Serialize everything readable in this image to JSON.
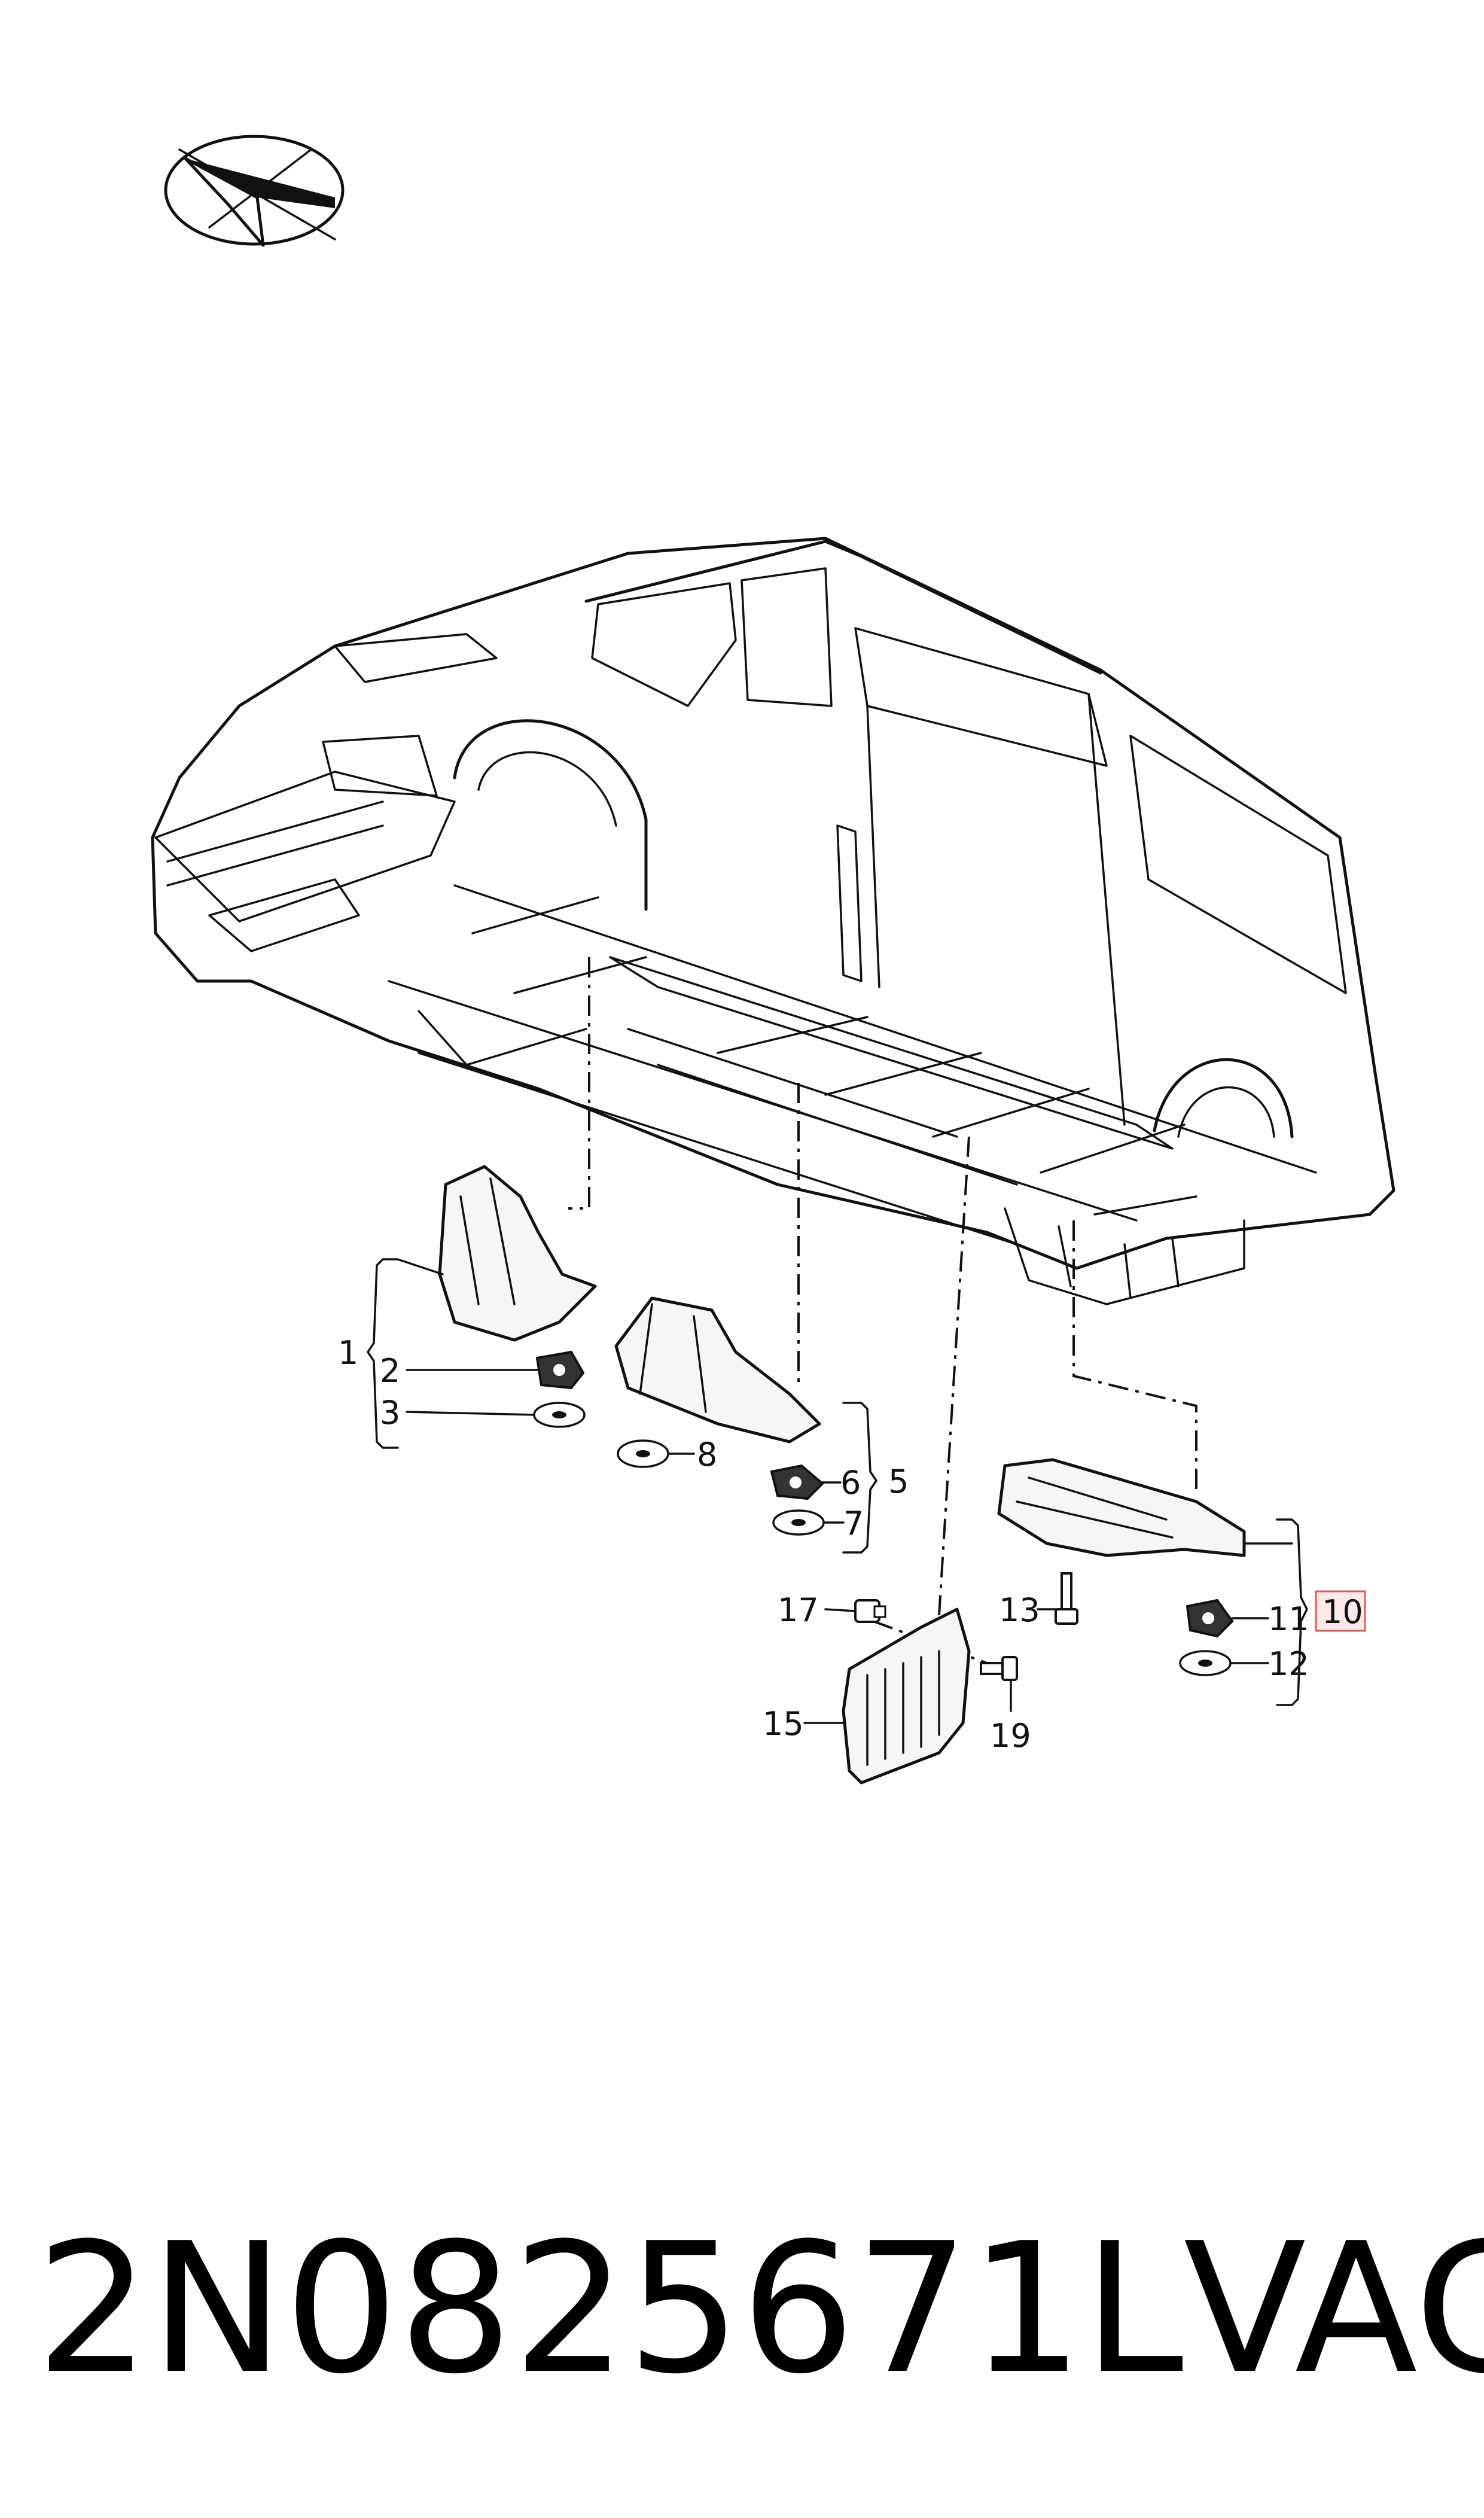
{
  "callouts": [
    {
      "label": "1",
      "highlighted": false
    },
    {
      "label": "2",
      "highlighted": false
    },
    {
      "label": "3",
      "highlighted": false
    },
    {
      "label": "5",
      "highlighted": false
    },
    {
      "label": "6",
      "highlighted": false
    },
    {
      "label": "7",
      "highlighted": false
    },
    {
      "label": "8",
      "highlighted": false
    },
    {
      "label": "10",
      "highlighted": true
    },
    {
      "label": "11",
      "highlighted": false
    },
    {
      "label": "12",
      "highlighted": false
    },
    {
      "label": "13",
      "highlighted": false
    },
    {
      "label": "15",
      "highlighted": false
    },
    {
      "label": "17",
      "highlighted": false
    },
    {
      "label": "19",
      "highlighted": false
    }
  ],
  "footer": {
    "part_number": "2N0825671L",
    "brand": "VAG"
  },
  "colors": {
    "highlight_border": "#e05a5a",
    "highlight_fill": "#fde9e9",
    "line": "#111111"
  },
  "icons": [
    "orientation-arrow-icon"
  ]
}
